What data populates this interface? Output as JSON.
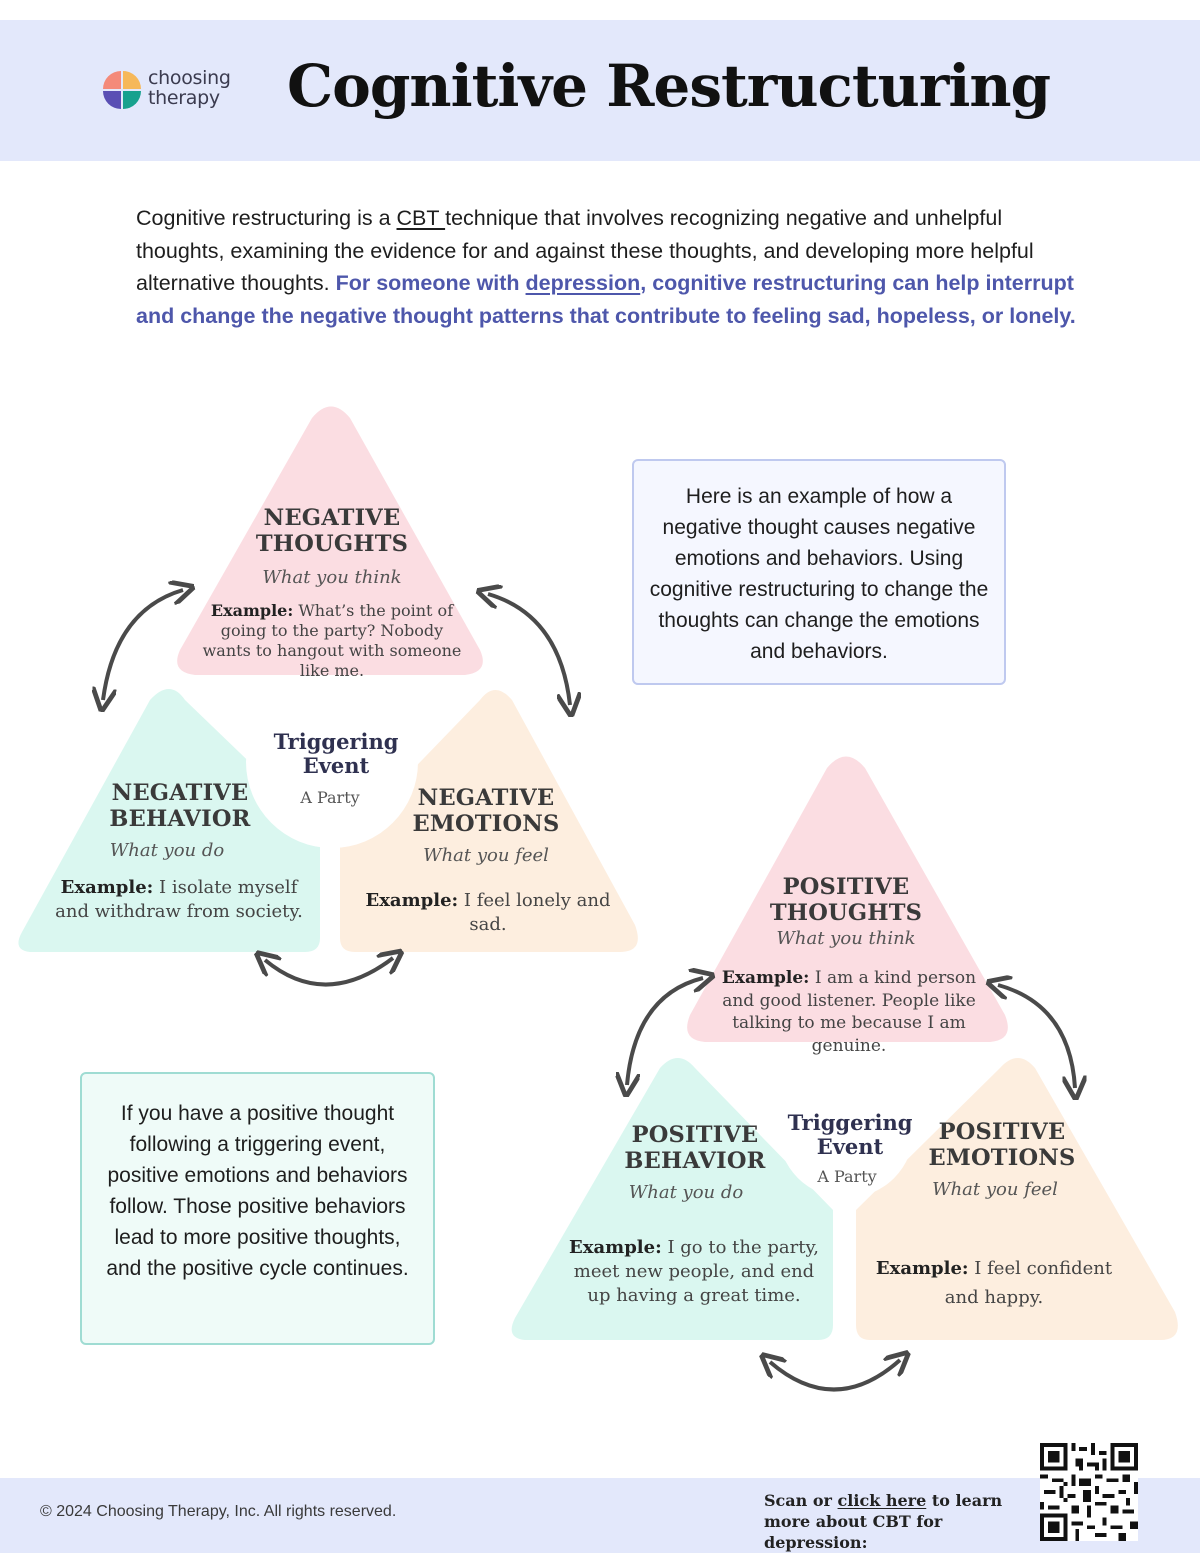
{
  "header": {
    "logo_line1": "choosing",
    "logo_line2": "therapy",
    "title": "Cognitive Restructuring"
  },
  "intro": {
    "part1": "Cognitive restructuring is a ",
    "link_cbt": "CBT ",
    "part2": "technique that involves recognizing negative and unhelpful thoughts, examining the evidence for and against these thoughts, and developing more helpful alternative thoughts. ",
    "hl1": "For someone with ",
    "link_depression": "depression",
    "hl2": ", cognitive restructuring can help interrupt and change the negative thought patterns that contribute to feeling sad, hopeless, or lonely."
  },
  "negative": {
    "thoughts": {
      "line1": "NEGATIVE",
      "line2": "THOUGHTS",
      "sub": "What you think",
      "ex_label": "Example:",
      "ex_text": " What’s the point of going to the party? Nobody wants to hangout with someone like me."
    },
    "behavior": {
      "line1": "NEGATIVE",
      "line2": "BEHAVIOR",
      "sub": "What you do",
      "ex_label": "Example:",
      "ex_text": " I isolate myself and withdraw from society."
    },
    "emotions": {
      "line1": "NEGATIVE",
      "line2": "EMOTIONS",
      "sub": "What you feel",
      "ex_label": "Example:",
      "ex_text": " I feel lonely and sad."
    },
    "center": {
      "line1": "Triggering",
      "line2": "Event",
      "sub": "A Party"
    }
  },
  "positive": {
    "thoughts": {
      "line1": "POSITIVE",
      "line2": "THOUGHTS",
      "sub": "What you think",
      "ex_label": "Example:",
      "ex_text": " I am a kind person and good listener. People like talking to me because I am genuine."
    },
    "behavior": {
      "line1": "POSITIVE",
      "line2": "BEHAVIOR",
      "sub": "What you do",
      "ex_label": "Example:",
      "ex_text": "  I go to the party, meet new people, and end up having a great time."
    },
    "emotions": {
      "line1": "POSITIVE",
      "line2": "EMOTIONS",
      "sub": "What you feel",
      "ex_label": "Example:",
      "ex_text": " I feel confident and happy."
    },
    "center": {
      "line1": "Triggering",
      "line2": "Event",
      "sub": "A Party"
    }
  },
  "callouts": {
    "negative_note": "Here is an example of how a negative thought causes negative emotions and behaviors. Using cognitive restructuring to change the thoughts can change the emotions and behaviors.",
    "positive_note": "If you have a positive thought following a triggering event, positive emotions and behaviors follow. Those positive behaviors lead to more positive thoughts, and the positive cycle continues."
  },
  "footer": {
    "copyright": "© 2024 Choosing Therapy, Inc. All rights reserved.",
    "scan_pre": "Scan or ",
    "scan_link": "click here",
    "scan_post": " to learn more about CBT for depression:"
  },
  "colors": {
    "header_bg": "#e3e8fb",
    "thoughts_fill": "#fbdde2",
    "behavior_fill": "#daf7f0",
    "emotions_fill": "#fdeedf",
    "highlight_text": "#4e57ab"
  },
  "icons": [
    "choosing-therapy-logo-icon",
    "cycle-arrow-icon",
    "qr-code-icon"
  ]
}
